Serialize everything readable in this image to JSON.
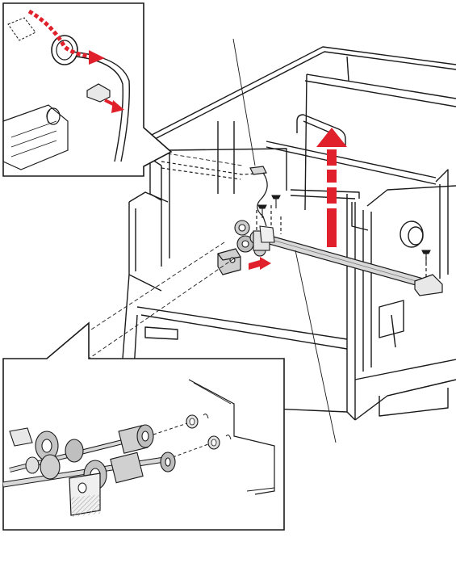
{
  "figure": {
    "kind": "service-manual-exploded-view",
    "text_labels": [],
    "colors": {
      "line": "#1a1a1a",
      "accent_red": "#e0202a",
      "shade_light": "#d9d9d9",
      "shade_mid": "#b8b8b8",
      "background": "#ffffff"
    }
  },
  "callouts": {
    "top_left_inset": {
      "content": "harness-routing-detail",
      "arrows": [
        "route-arrow",
        "connector-arrow"
      ]
    },
    "bottom_left_inset": {
      "content": "roller-shaft-assembly-detail"
    }
  },
  "main_view": {
    "components": [
      "printer-frame",
      "feed-roller-shaft",
      "gear-assembly",
      "screws",
      "connector",
      "clutch-motor"
    ],
    "arrows": [
      "lift-arrow",
      "pull-out-arrow"
    ]
  }
}
